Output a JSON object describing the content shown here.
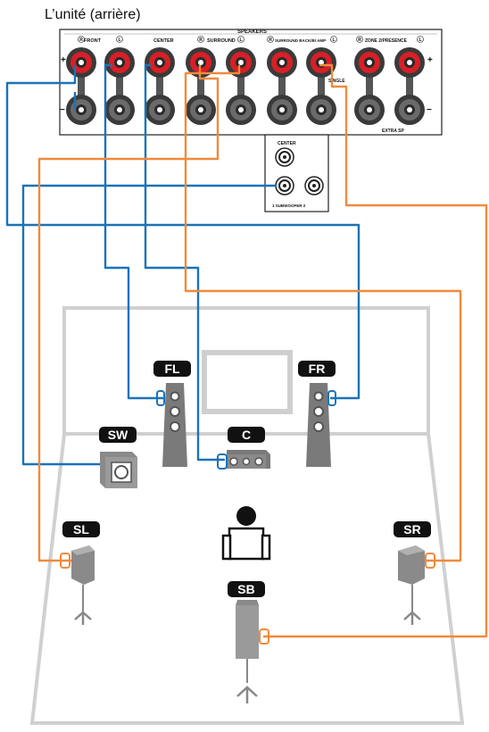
{
  "title": "L’unité (arrière)",
  "panel": {
    "speakers_label": "SPEAKERS",
    "plus_sign": "+",
    "minus_sign": "−",
    "groups": [
      {
        "name": "FRONT",
        "r": "R",
        "l": "L"
      },
      {
        "name": "CENTER"
      },
      {
        "name": "SURROUND",
        "r": "R",
        "l": "L"
      },
      {
        "name": "SURROUND BACK/BI AMP",
        "r": "R",
        "l": "L"
      },
      {
        "name": "ZONE 2/PRESENCE",
        "r": "R",
        "l": "L"
      }
    ],
    "single_label": "SINGLE",
    "extra_sp_label": "EXTRA SP"
  },
  "preout": {
    "center_label": "CENTER",
    "subwoofer_label": "1  SUBWOOFER  2"
  },
  "speakers": {
    "fl": "FL",
    "fr": "FR",
    "c": "C",
    "sw": "SW",
    "sl": "SL",
    "sr": "SR",
    "sb": "SB"
  },
  "colors": {
    "blue_cable": "#1a73b8",
    "orange_cable": "#f08a3c",
    "terminal_red": "#d81f26",
    "badge_bg": "#111111",
    "room": "#d0d0d0",
    "speaker_gray": "#7a7a7a"
  }
}
